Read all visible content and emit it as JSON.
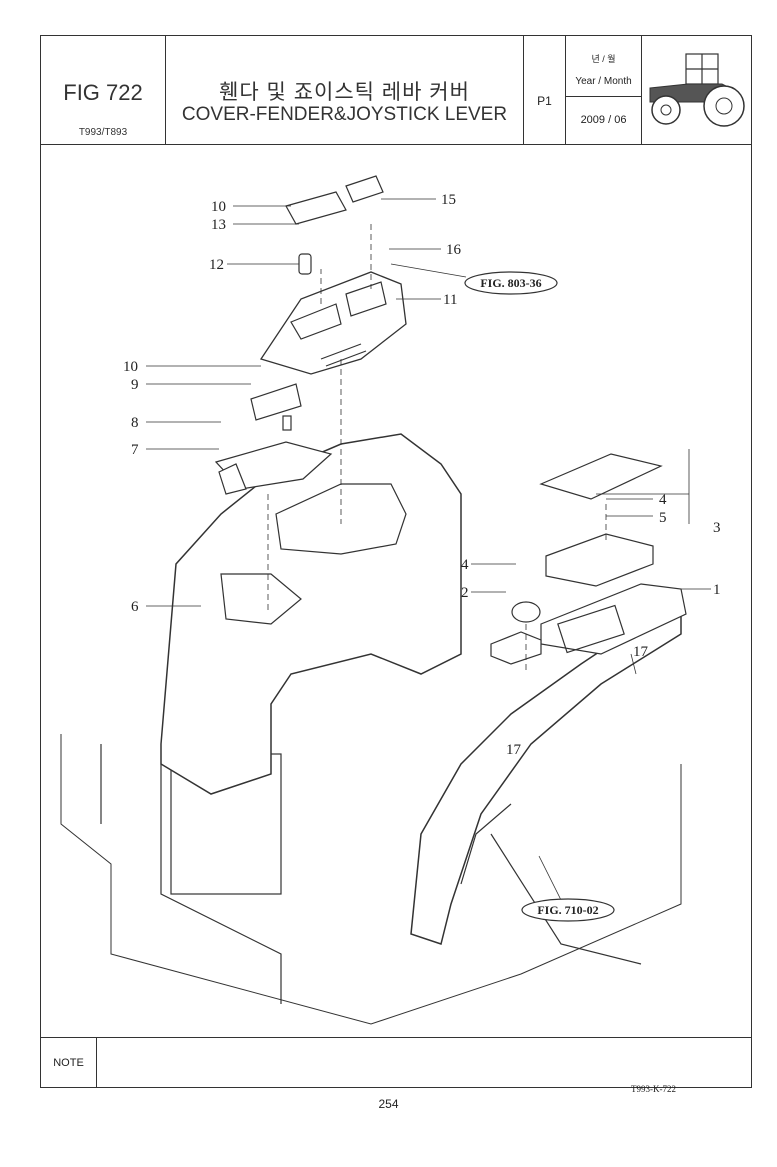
{
  "header": {
    "fig_number": "FIG 722",
    "model": "T993/T893",
    "title_korean": "휀다 및 죠이스틱 레바 커버",
    "title_english": "COVER-FENDER&JOYSTICK LEVER",
    "page_code": "P1",
    "year_month_korean": "년 / 월",
    "year_month_english": "Year / Month",
    "date": "2009 / 06",
    "thumbnail_icon": "tractor-icon"
  },
  "drawing": {
    "callouts": [
      {
        "id": "c10a",
        "label": "10"
      },
      {
        "id": "c13",
        "label": "13"
      },
      {
        "id": "c15",
        "label": "15"
      },
      {
        "id": "c16",
        "label": "16"
      },
      {
        "id": "c12",
        "label": "12"
      },
      {
        "id": "c11",
        "label": "11"
      },
      {
        "id": "c10b",
        "label": "10"
      },
      {
        "id": "c9",
        "label": "9"
      },
      {
        "id": "c8",
        "label": "8"
      },
      {
        "id": "c7",
        "label": "7"
      },
      {
        "id": "c4a",
        "label": "4"
      },
      {
        "id": "c5",
        "label": "5"
      },
      {
        "id": "c3",
        "label": "3"
      },
      {
        "id": "c6",
        "label": "6"
      },
      {
        "id": "c4b",
        "label": "4"
      },
      {
        "id": "c2",
        "label": "2"
      },
      {
        "id": "c1",
        "label": "1"
      },
      {
        "id": "c17a",
        "label": "17"
      },
      {
        "id": "c17b",
        "label": "17"
      }
    ],
    "figure_refs": [
      "FIG. 803-36",
      "FIG. 710-02"
    ],
    "drawing_code": "T993-K-722"
  },
  "note": {
    "label": "NOTE"
  },
  "page_number": "254"
}
